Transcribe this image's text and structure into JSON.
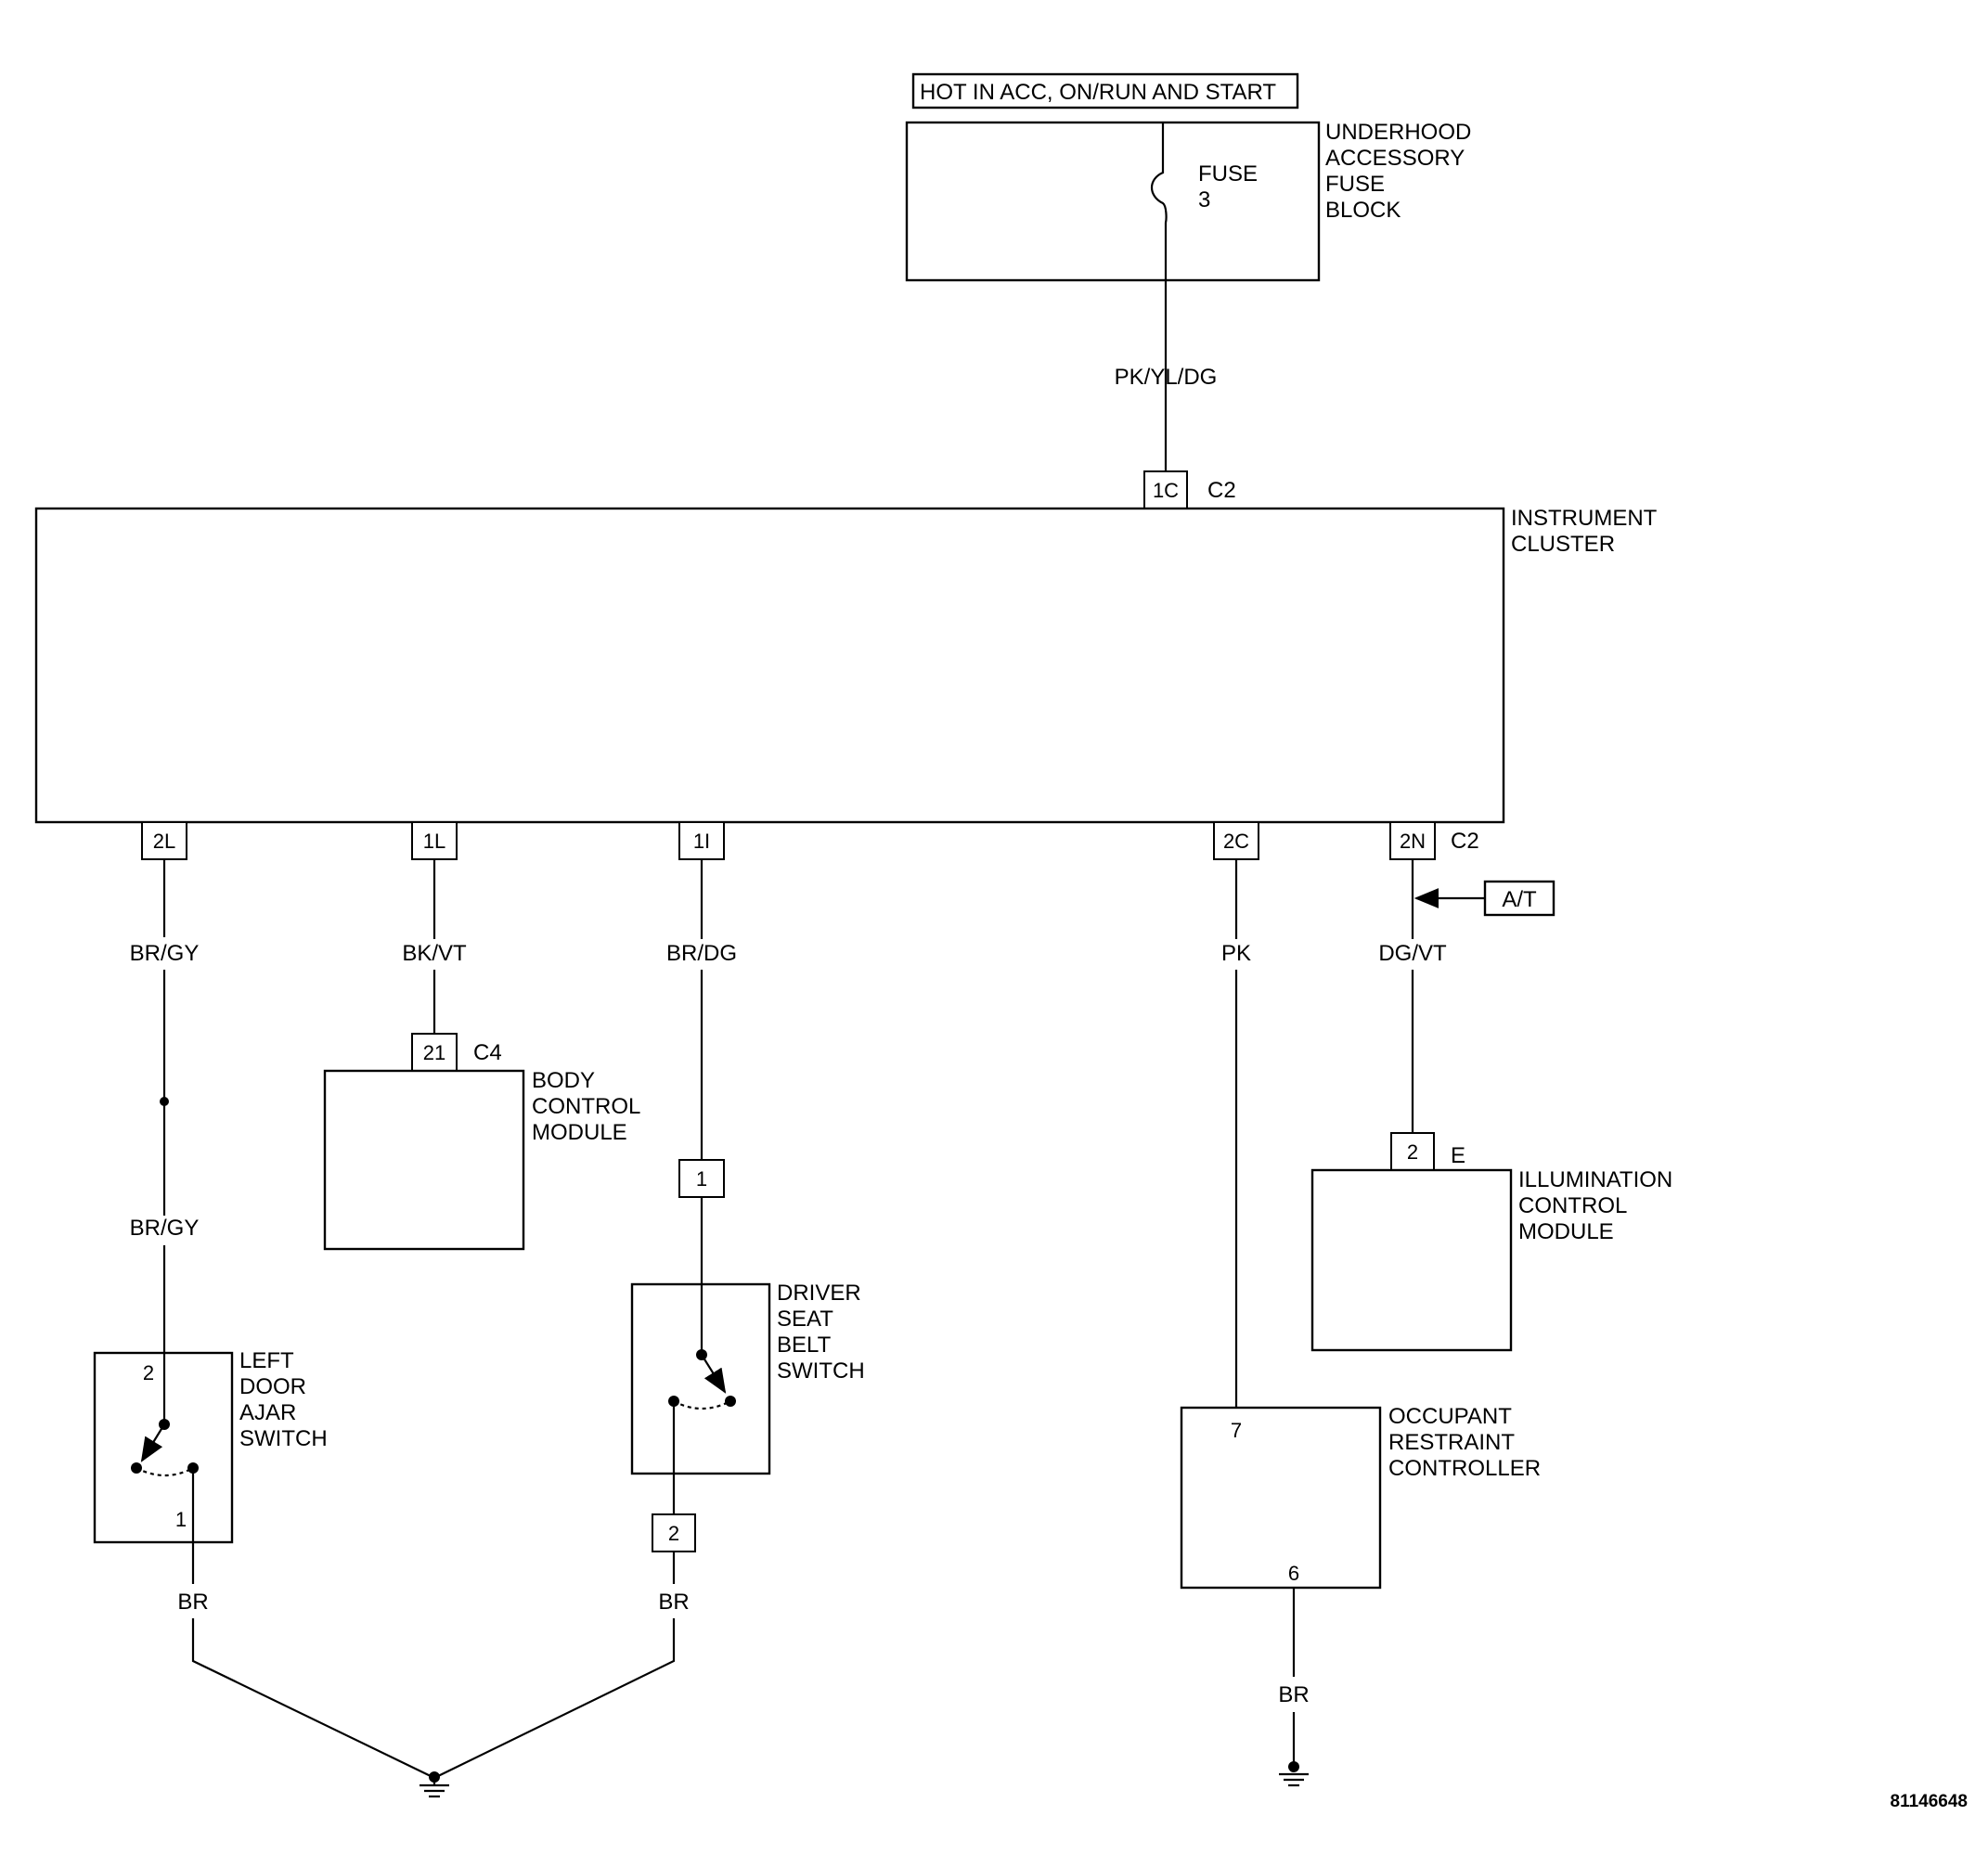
{
  "supply": {
    "label": "HOT IN ACC, ON/RUN AND START"
  },
  "fuse_block": {
    "name_lines": [
      "UNDERHOOD",
      "ACCESSORY",
      "FUSE",
      "BLOCK"
    ],
    "fuse_lines": [
      "FUSE",
      "3"
    ]
  },
  "instrument_cluster": {
    "name_lines": [
      "INSTRUMENT",
      "CLUSTER"
    ],
    "top_pin": "1C",
    "top_connector": "C2",
    "bottom_connector": "C2",
    "bottom_pins": [
      "2L",
      "1L",
      "1I",
      "2C",
      "2N"
    ]
  },
  "wires": {
    "feed": "PK/YL/DG",
    "door_upper": "BR/GY",
    "door_lower": "BR/GY",
    "bcm": "BK/VT",
    "seatbelt": "BR/DG",
    "orc": "PK",
    "icm": "DG/VT",
    "door_ground": "BR",
    "seatbelt_ground": "BR",
    "orc_ground": "BR"
  },
  "option_tag": {
    "label": "A/T"
  },
  "body_control_module": {
    "name_lines": [
      "BODY",
      "CONTROL",
      "MODULE"
    ],
    "pin": "21",
    "connector": "C4"
  },
  "illumination_control_module": {
    "name_lines": [
      "ILLUMINATION",
      "CONTROL",
      "MODULE"
    ],
    "pin": "2",
    "connector": "E"
  },
  "driver_seat_belt_switch": {
    "name_lines": [
      "DRIVER",
      "SEAT",
      "BELT",
      "SWITCH"
    ],
    "inline_pin_top": "1",
    "inline_pin_bottom": "2"
  },
  "left_door_ajar_switch": {
    "name_lines": [
      "LEFT",
      "DOOR",
      "AJAR",
      "SWITCH"
    ],
    "pin_top": "2",
    "pin_bottom": "1"
  },
  "occupant_restraint_controller": {
    "name_lines": [
      "OCCUPANT",
      "RESTRAINT",
      "CONTROLLER"
    ],
    "pin_top": "7",
    "pin_bottom": "6"
  },
  "figure_number": "81146648"
}
